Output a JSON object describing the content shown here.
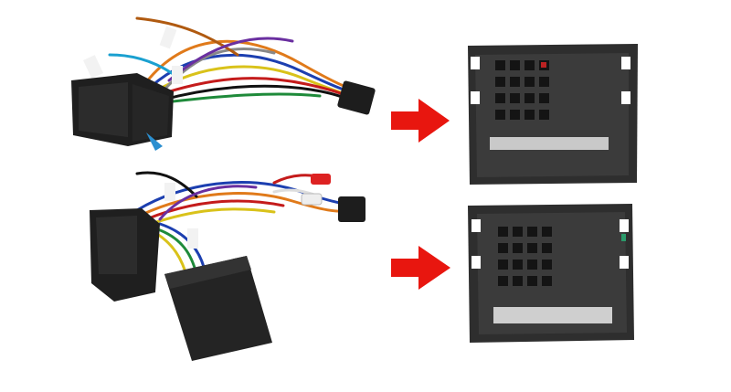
{
  "colors": {
    "background": "#ffffff",
    "arrow": "#e8160f",
    "connector_body": "#2b2b2b",
    "connector_face": "#3a3a3a",
    "pin_slot": "#151515",
    "module_box": "#262626"
  },
  "items": [
    {
      "name": "harness-top",
      "icon": "wire-harness-icon"
    },
    {
      "name": "harness-bottom",
      "icon": "wire-harness-with-module-icon"
    },
    {
      "name": "connector-face-top",
      "icon": "connector-face-icon"
    },
    {
      "name": "connector-face-bottom",
      "icon": "connector-face-icon"
    }
  ]
}
